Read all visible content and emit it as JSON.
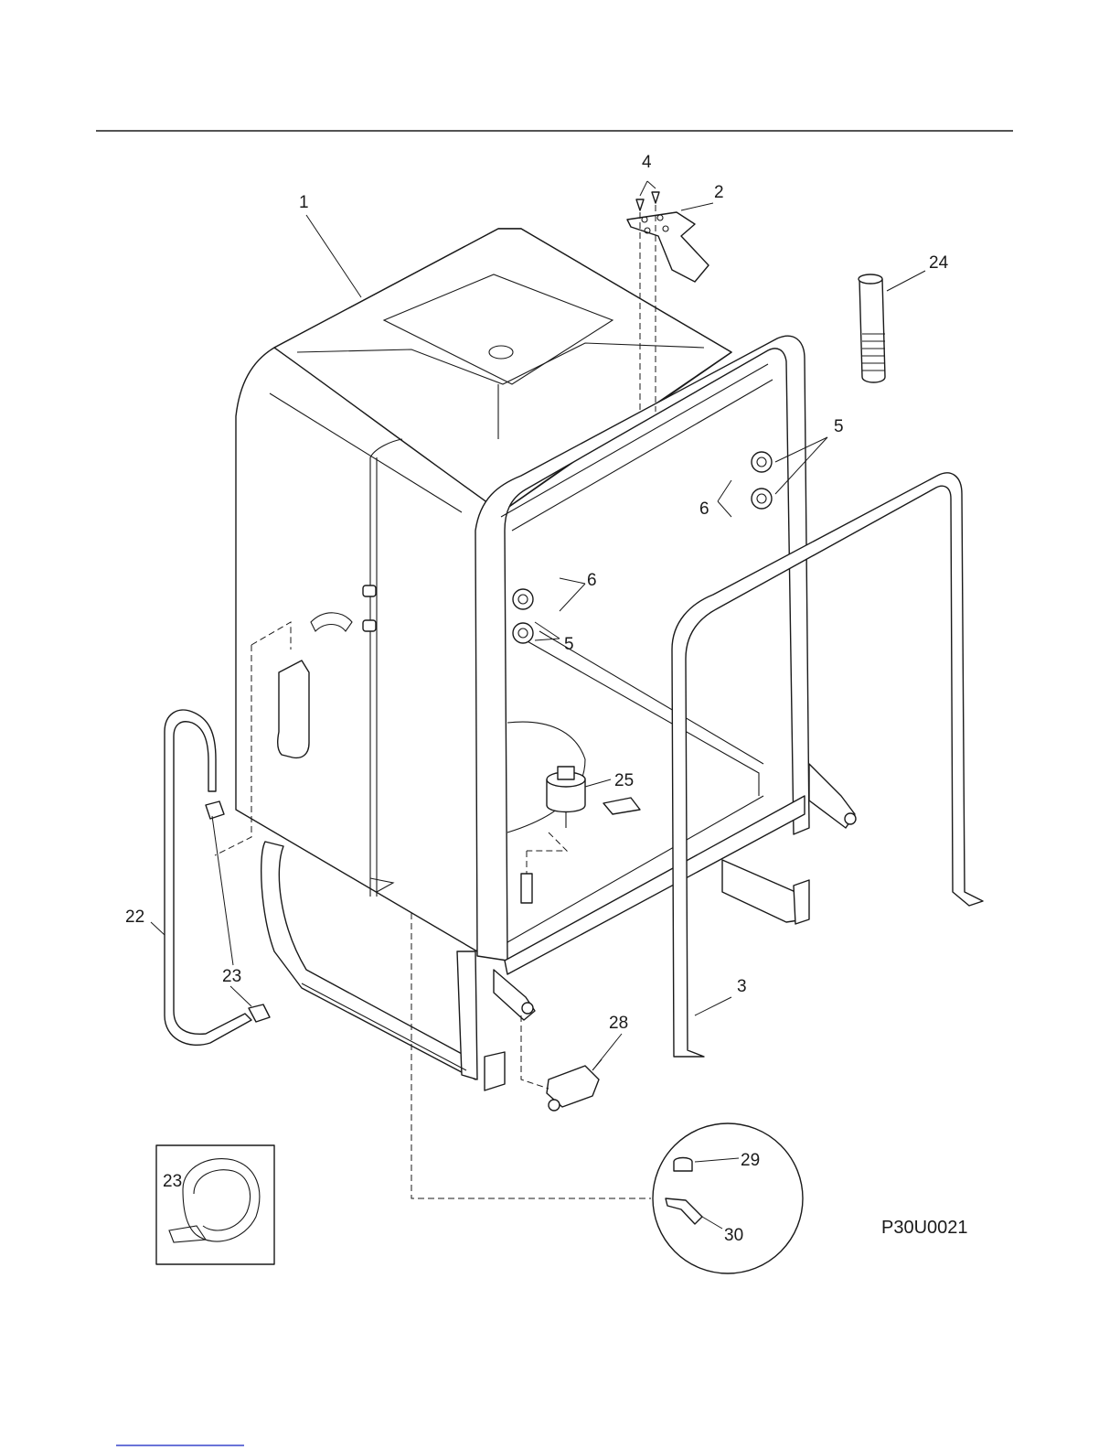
{
  "diagram_code": "P30U0021",
  "callouts": {
    "c1": "1",
    "c2": "2",
    "c3": "3",
    "c4": "4",
    "c5a": "5",
    "c5b": "5",
    "c6a": "6",
    "c6b": "6",
    "c22": "22",
    "c23a": "23",
    "c23b": "23",
    "c24": "24",
    "c25": "25",
    "c28": "28",
    "c29": "29",
    "c30": "30"
  },
  "colors": {
    "line": "#1a1a1a",
    "background": "#ffffff",
    "link_underline": "#6a74d8"
  }
}
